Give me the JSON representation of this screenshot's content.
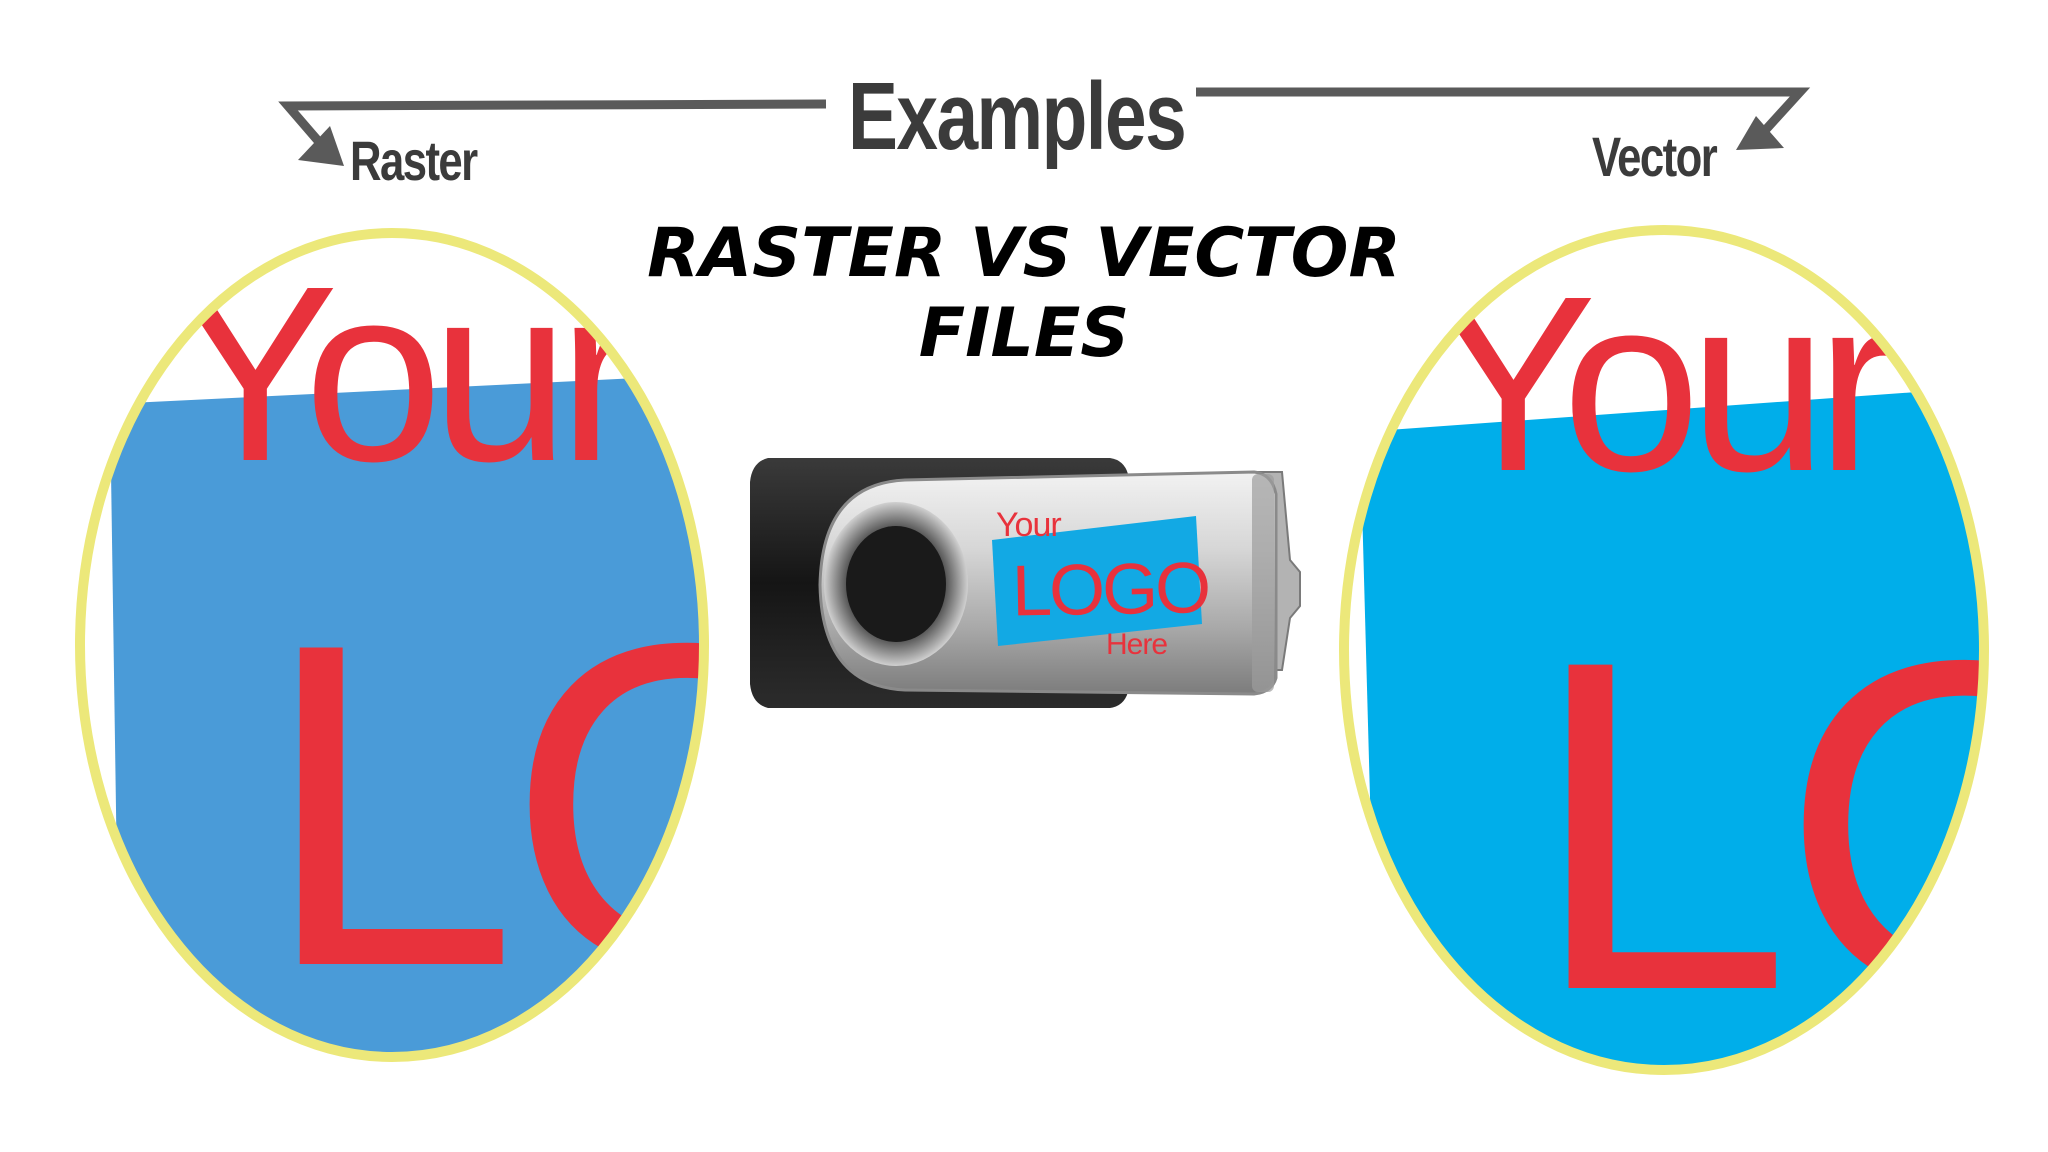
{
  "header": {
    "examples_label": "Examples",
    "raster_label": "Raster",
    "vector_label": "Vector"
  },
  "title": {
    "line1": "RASTER VS VECTOR",
    "line2": "FILES"
  },
  "zoom_raster": {
    "word_top": "Your",
    "word_bottom": "LO"
  },
  "zoom_vector": {
    "word_top": "Your",
    "word_bottom": "LO"
  },
  "usb_logo": {
    "top": "Your",
    "main": "LOGO",
    "bottom": "Here"
  },
  "colors": {
    "arrow": "#5a5a5a",
    "ellipse_ring": "#ece87a",
    "raster_blue": "#4a9bd8",
    "vector_blue": "#00aeea",
    "logo_red": "#e8323c",
    "usb_black": "#1c1c1c",
    "usb_silver": "#c9c9c9"
  }
}
